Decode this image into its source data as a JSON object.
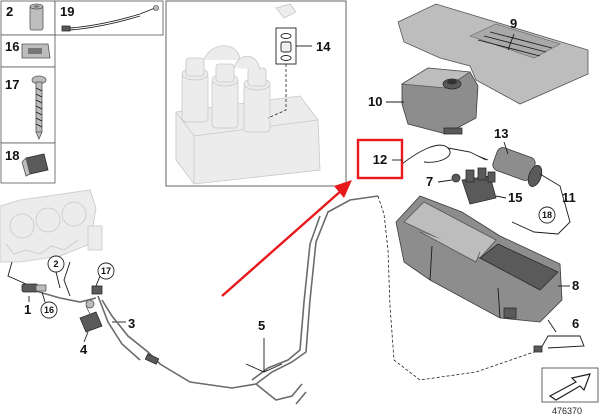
{
  "legend_items": [
    {
      "number": "2"
    },
    {
      "number": "19"
    },
    {
      "number": "16"
    },
    {
      "number": "17"
    },
    {
      "number": "18"
    }
  ],
  "callouts": {
    "c1": "1",
    "c3": "3",
    "c4": "4",
    "c5": "5",
    "c6": "6",
    "c7": "7",
    "c8": "8",
    "c9": "9",
    "c10": "10",
    "c11": "11",
    "c12": "12",
    "c13": "13",
    "c14": "14",
    "c15": "15"
  },
  "circled": {
    "r2": "2",
    "r16": "16",
    "r17": "17",
    "r18": "18"
  },
  "document_number": "476370",
  "colors": {
    "highlight": "#e8191c",
    "line": "#1a1a1a",
    "part_fill": "#8d8d8d",
    "ghost_fill": "#ececec"
  }
}
